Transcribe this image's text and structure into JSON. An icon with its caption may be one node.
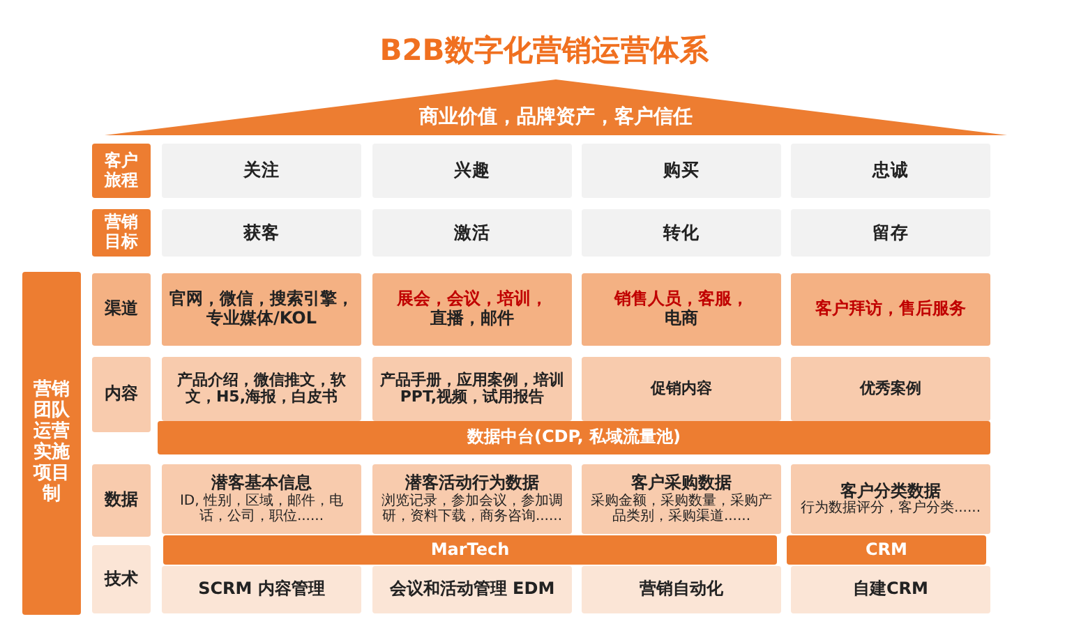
{
  "diagram": {
    "title": "B2B数字化营销运营体系",
    "nodes": [
      {
        "text": [
          "商业价值，品牌资产，客户信任"
        ]
      },
      {
        "text": [
          "客户旅程"
        ]
      },
      {
        "text": [
          "关注"
        ]
      },
      {
        "text": [
          "兴趣"
        ]
      },
      {
        "text": [
          "购买"
        ]
      },
      {
        "text": [
          "忠诚"
        ]
      },
      {
        "text": [
          "营销目标"
        ]
      },
      {
        "text": [
          "获客"
        ]
      },
      {
        "text": [
          "激活"
        ]
      },
      {
        "text": [
          "转化"
        ]
      },
      {
        "text": [
          "留存"
        ]
      },
      {
        "text": [
          "营销团队运营实施项目制"
        ]
      },
      {
        "text": [
          "渠道"
        ]
      },
      {
        "text": [
          "官网，微信，搜索引擎，专业媒体/KOL"
        ]
      },
      {
        "text": [
          "展会，会议，培训，",
          "直播，邮件"
        ]
      },
      {
        "text": [
          "销售人员，客服，",
          "电商"
        ]
      },
      {
        "text": [
          "客户拜访，售后服务"
        ]
      },
      {
        "text": [
          "内容"
        ]
      },
      {
        "text": [
          "产品介绍，微信推文，软文，H5,海报，白皮书"
        ]
      },
      {
        "text": [
          "产品手册，应用案例，培训PPT,视频，试用报告"
        ]
      },
      {
        "text": [
          "促销内容"
        ]
      },
      {
        "text": [
          "优秀案例"
        ]
      },
      {
        "text": [
          "数据中台(CDP, 私域流量池)"
        ]
      },
      {
        "text": [
          "数据"
        ]
      },
      {
        "text": [
          "潜客基本信息",
          "ID, 性别，区域，邮件，电话，公司，职位......"
        ]
      },
      {
        "text": [
          "潜客活动行为数据",
          "浏览记录，参加会议，参加调研，资料下载，商务咨询......"
        ]
      },
      {
        "text": [
          "客户采购数据",
          "采购金额，采购数量，采购产品类别，采购渠道......"
        ]
      },
      {
        "text": [
          "客户分类数据",
          "行为数据评分，客户分类......"
        ]
      },
      {
        "text": [
          "MarTech"
        ]
      },
      {
        "text": [
          "CRM"
        ]
      },
      {
        "text": [
          "技术"
        ]
      },
      {
        "text": [
          "SCRM 内容管理"
        ]
      },
      {
        "text": [
          "会议和活动管理 EDM"
        ]
      },
      {
        "text": [
          "营销自动化"
        ]
      },
      {
        "text": [
          "自建CRM"
        ]
      }
    ]
  }
}
